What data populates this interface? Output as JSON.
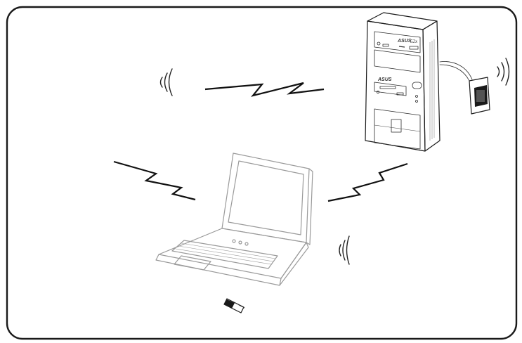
{
  "diagram": {
    "desktop": {
      "drive_brand": "ASUS",
      "drive_speed": "52x",
      "front_brand": "ASUS"
    },
    "colors": {
      "frame": "#1a1a1a",
      "line": "#1a1a1a",
      "grey_stroke": "#9a9a9a",
      "background": "#ffffff"
    }
  }
}
